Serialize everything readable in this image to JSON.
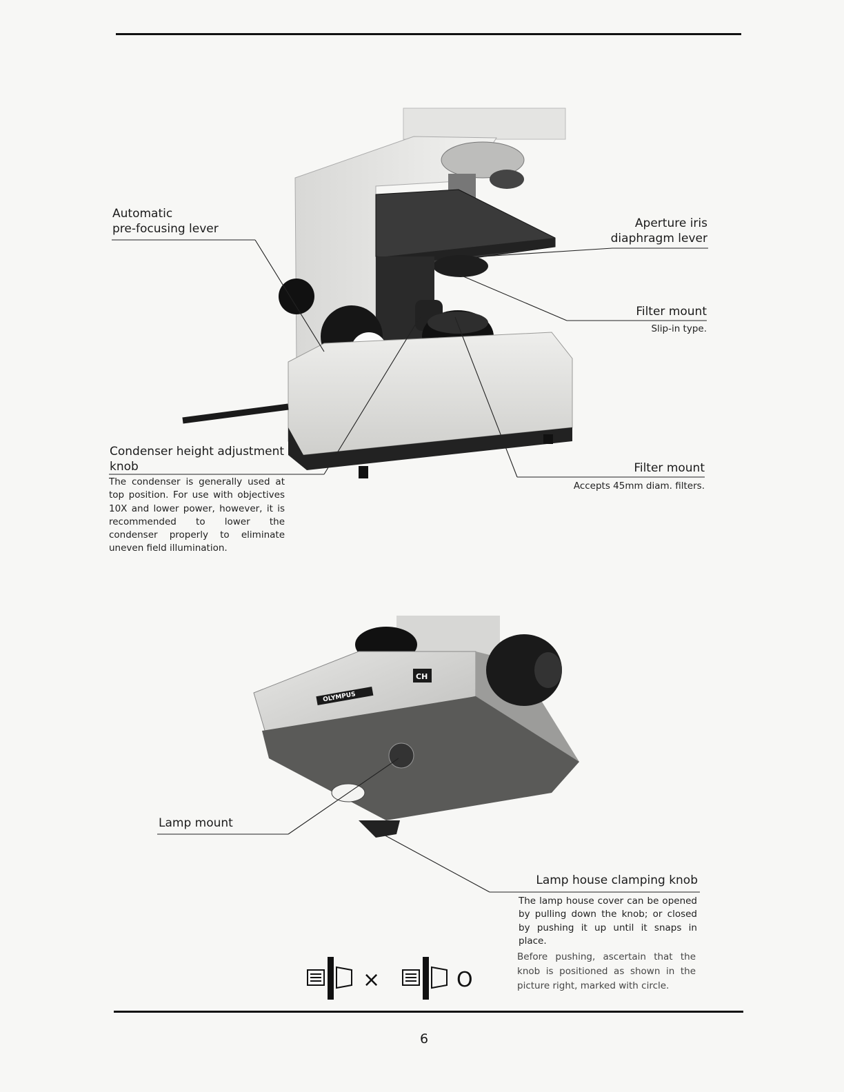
{
  "labels": {
    "auto_prefocus": [
      "Automatic",
      "pre-focusing lever"
    ],
    "aperture_iris": [
      "Aperture iris",
      "diaphragm lever"
    ],
    "filter_mount_1": "Filter mount",
    "filter_mount_1_note": "Slip-in type.",
    "condenser_knob": [
      "Condenser height adjustment",
      "knob"
    ],
    "condenser_note": "The condenser is generally used at top position. For use with objectives 10X and lower power, however, it is recommended to lower the condenser properly to eliminate uneven field illumination.",
    "filter_mount_2": "Filter mount",
    "filter_mount_2_note": "Accepts 45mm diam. filters.",
    "lamp_mount": "Lamp mount",
    "lamp_house_knob": "Lamp house clamping knob",
    "lamp_house_note": "The lamp house cover can be opened by pulling down the knob; or closed by pushing it up until it snaps in place.",
    "lamp_house_note2": "Before pushing, ascertain that the knob is positioned as shown in the picture right, marked with circle."
  },
  "base_branding": {
    "brand": "OLYMPUS",
    "model": "CH"
  },
  "knob_diagram": {
    "wrong_mark": "×",
    "right_mark": "O"
  },
  "page_number": "6"
}
